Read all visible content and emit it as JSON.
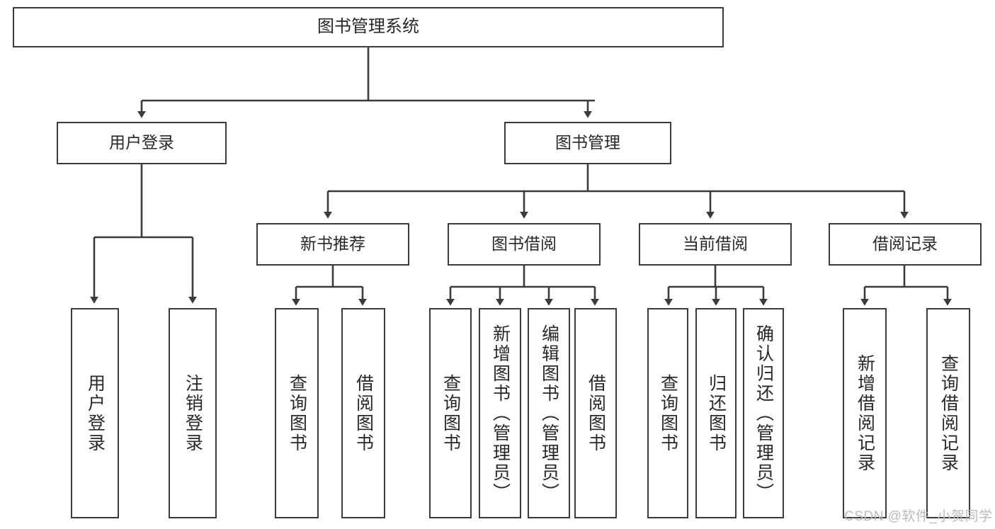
{
  "diagram": {
    "title": "图书管理系统",
    "type": "hierarchy-tree",
    "colors": {
      "box_border": "#3b3b3b",
      "box_fill": "#ffffff",
      "edge": "#3b3b3b",
      "text": "#26282b",
      "watermark": "#b9bbbd",
      "background": "#ffffff"
    },
    "nodes": {
      "root": {
        "label": "图书管理系统"
      },
      "level1": [
        {
          "label": "用户登录"
        },
        {
          "label": "图书管理"
        }
      ],
      "level2": [
        {
          "label": "新书推荐"
        },
        {
          "label": "图书借阅"
        },
        {
          "label": "当前借阅"
        },
        {
          "label": "借阅记录"
        }
      ],
      "leaves": {
        "user_login": [
          {
            "label": "用户登录"
          },
          {
            "label": "注销登录"
          }
        ],
        "new_book_recommend": [
          {
            "label": "查询图书"
          },
          {
            "label": "借阅图书"
          }
        ],
        "book_borrow": [
          {
            "label": "查询图书"
          },
          {
            "label": "新增图书（管理员）"
          },
          {
            "label": "编辑图书（管理员）"
          },
          {
            "label": "借阅图书"
          }
        ],
        "current_borrow": [
          {
            "label": "查询图书"
          },
          {
            "label": "归还图书"
          },
          {
            "label": "确认归还（管理员）"
          }
        ],
        "borrow_record": [
          {
            "label": "新增借阅记录"
          },
          {
            "label": "查询借阅记录"
          }
        ]
      }
    },
    "watermark": "CSDN @软件_小贺同学"
  }
}
